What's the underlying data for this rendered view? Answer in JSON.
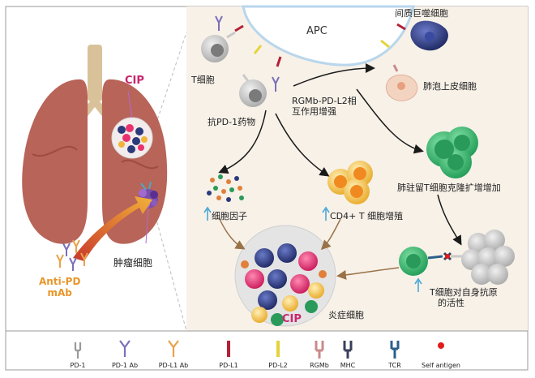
{
  "labels": {
    "cip_top": "CIP",
    "tumor_cell": "肿瘤细胞",
    "anti_pd": "Anti-PD",
    "mab": "mAb",
    "apc": "APC",
    "macrophage": "间质巨噬细胞",
    "t_cell": "T细胞",
    "alveolar_epithelial": "肺泡上皮细胞",
    "rgmb_line1": "RGMb-PD-L2相",
    "rgmb_line2": "互作用增强",
    "anti_pd1_drug": "抗PD-1药物",
    "trm_expansion": "肺驻留T细胞克隆扩增增加",
    "cytokines": "细胞因子",
    "cd4_proliferation": "CD4+ T 细胞增殖",
    "t_self_line1": "T细胞对自身抗原",
    "t_self_line2": "的活性",
    "inflammatory": "炎症细胞",
    "cip_bottom": "CIP"
  },
  "legend": [
    {
      "label": "PD-1",
      "icon": "pd1-receptor-icon",
      "color": "#c9c9c9"
    },
    {
      "label": "PD-1 Ab",
      "icon": "pd1-antibody-icon",
      "color": "#7b6fb8"
    },
    {
      "label": "PD-L1 Ab",
      "icon": "pdl1-antibody-icon",
      "color": "#e9a24a"
    },
    {
      "label": "PD-L1",
      "icon": "pdl1-ligand-icon",
      "color": "#b32035"
    },
    {
      "label": "PD-L2",
      "icon": "pdl2-ligand-icon",
      "color": "#e2d43a"
    },
    {
      "label": "RGMb",
      "icon": "rgmb-icon",
      "color": "#c98a8a"
    },
    {
      "label": "MHC",
      "icon": "mhc-icon",
      "color": "#3a3f5c"
    },
    {
      "label": "TCR",
      "icon": "tcr-icon",
      "color": "#2b5f8a"
    },
    {
      "label": "Self  antigen",
      "icon": "self-antigen-icon",
      "color": "#e21b1b"
    }
  ],
  "colors": {
    "panel_bg": "#f7f1e8",
    "lung": "#b86458",
    "trachea": "#d9c29a",
    "arrow_brown": "#9a7248",
    "arrow_black": "#1a1a1a",
    "green_cell": "#3cb872",
    "pink_cell": "#e8326f",
    "navy_cell": "#2a3a7a",
    "yellow_cell": "#f1b43a"
  }
}
